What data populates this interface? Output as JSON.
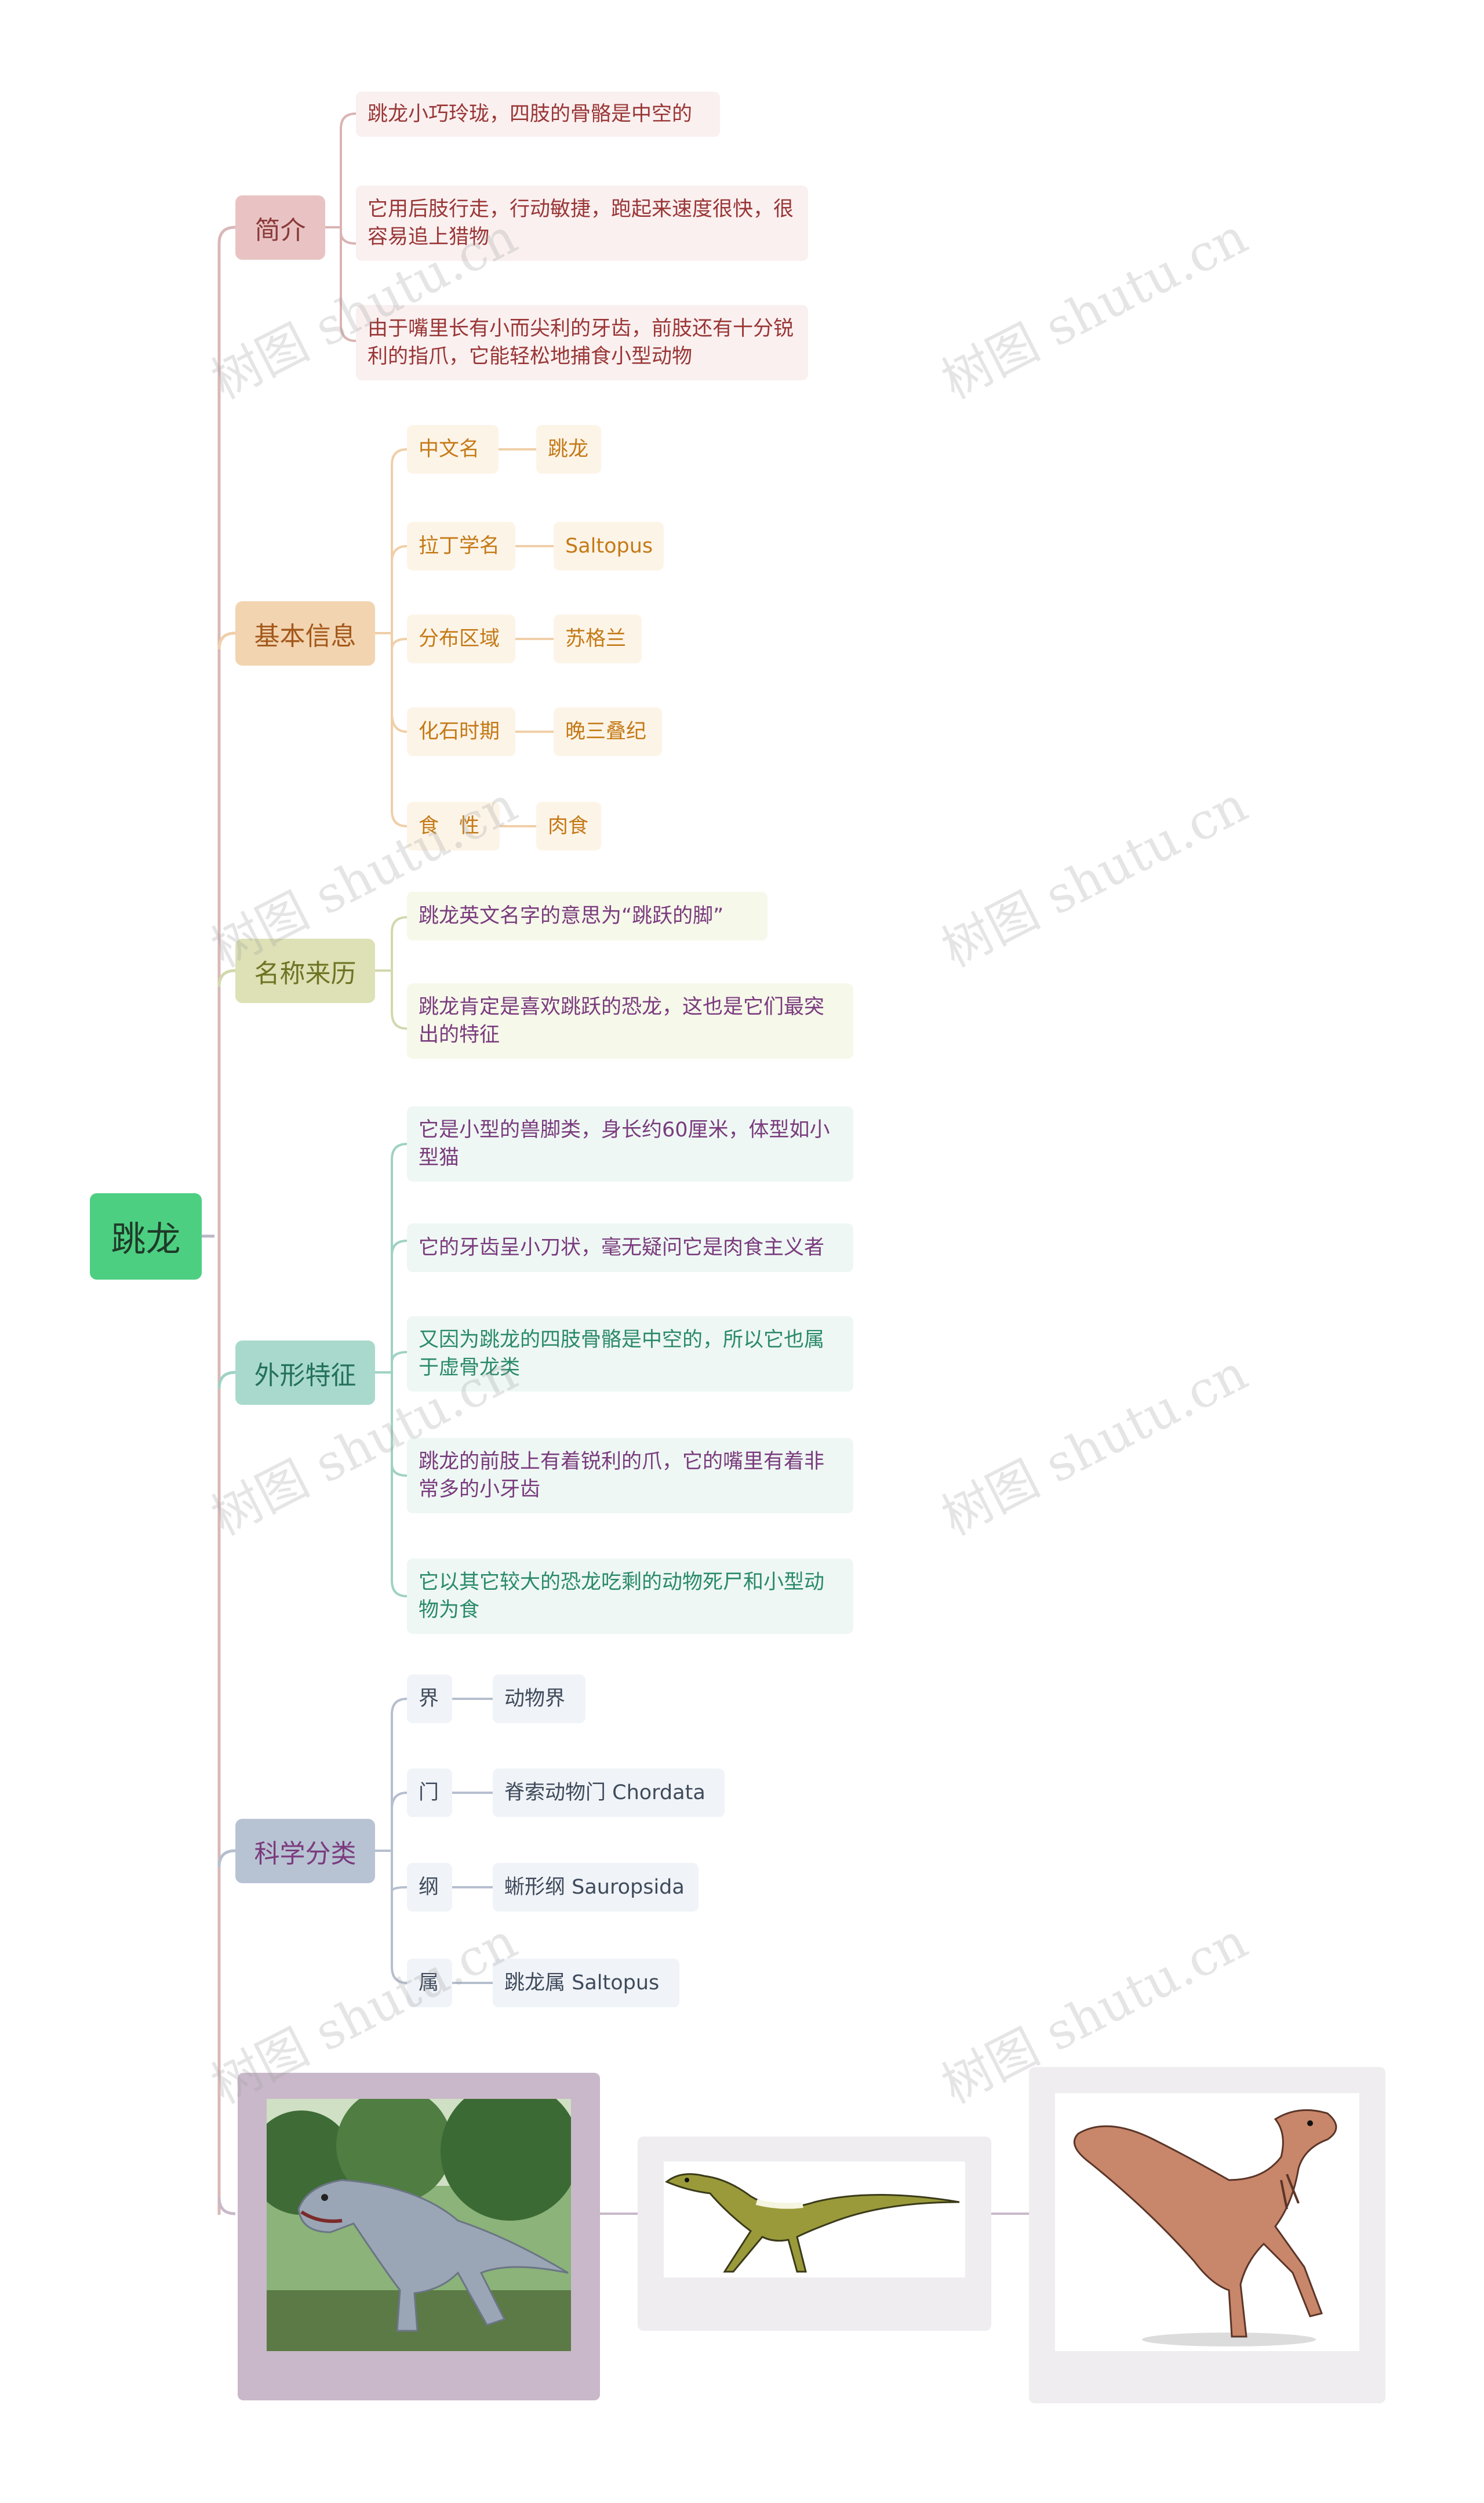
{
  "root": {
    "label": "跳龙"
  },
  "intro": {
    "label": "简介",
    "items": [
      "跳龙小巧玲珑，四肢的骨骼是中空的",
      "它用后肢行走，行动敏捷，跑起来速度很快，很容易追上猎物",
      "由于嘴里长有小而尖利的牙齿，前肢还有十分锐利的指爪，它能轻松地捕食小型动物"
    ]
  },
  "basic": {
    "label": "基本信息",
    "rows": [
      {
        "key": "中文名",
        "value": "跳龙"
      },
      {
        "key": "拉丁学名",
        "value": "Saltopus"
      },
      {
        "key": "分布区域",
        "value": "苏格兰"
      },
      {
        "key": "化石时期",
        "value": "晚三叠纪"
      },
      {
        "key": "食　性",
        "value": "肉食"
      }
    ]
  },
  "naming": {
    "label": "名称来历",
    "items": [
      "跳龙英文名字的意思为“跳跃的脚”",
      "跳龙肯定是喜欢跳跃的恐龙，这也是它们最突出的特征"
    ]
  },
  "appearance": {
    "label": "外形特征",
    "items": [
      "它是小型的兽脚类，身长约60厘米，体型如小型猫",
      "它的牙齿呈小刀状，毫无疑问它是肉食主义者",
      "又因为跳龙的四肢骨骼是中空的，所以它也属于虚骨龙类",
      "跳龙的前肢上有着锐利的爪，它的嘴里有着非常多的小牙齿",
      "它以其它较大的恐龙吃剩的动物死尸和小型动物为食"
    ]
  },
  "taxonomy": {
    "label": "科学分类",
    "rows": [
      {
        "rank": "界",
        "value": "动物界"
      },
      {
        "rank": "门",
        "value": "脊索动物门 Chordata"
      },
      {
        "rank": "纲",
        "value": "蜥形纲 Sauropsida"
      },
      {
        "rank": "属",
        "value": "跳龙属 Saltopus"
      }
    ]
  },
  "images": [
    {
      "icon": "dinosaur-statue-photo"
    },
    {
      "icon": "saltopus-illustration"
    },
    {
      "icon": "raptor-illustration"
    }
  ],
  "watermark": "树图 shutu.cn",
  "colors": {
    "root": "#4dcf82",
    "intro": "#e9c3c3",
    "basic": "#f2d4b0",
    "naming": "#dde1b5",
    "appearance": "#a9d9cd",
    "taxonomy": "#b7c3d3",
    "images": "#c9b8c9"
  }
}
